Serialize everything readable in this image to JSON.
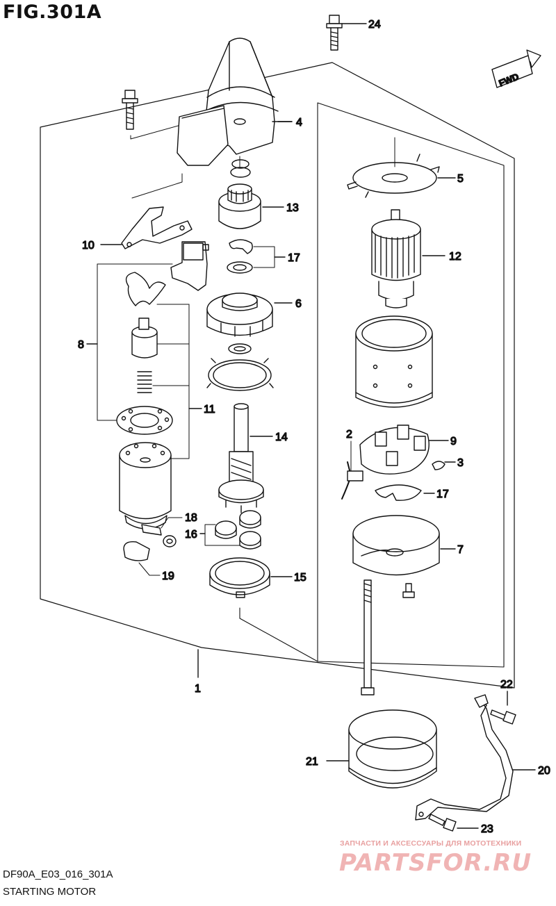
{
  "figure_title": "FIG.301A",
  "drawing_code": "DF90A_E03_016_301A",
  "caption": "STARTING MOTOR",
  "direction_marker": "FWD",
  "watermark": {
    "line1": "ЗАПЧАСТИ И АКСЕССУАРЫ ДЛЯ МОТОТЕХНИКИ",
    "line2": "PARTSFOR.RU"
  },
  "callouts": {
    "c1": "1",
    "c2": "2",
    "c3": "3",
    "c4": "4",
    "c5": "5",
    "c6": "6",
    "c7": "7",
    "c8": "8",
    "c9": "9",
    "c10": "10",
    "c11": "11",
    "c12": "12",
    "c13": "13",
    "c14": "14",
    "c15": "15",
    "c16": "16",
    "c17a": "17",
    "c17b": "17",
    "c18": "18",
    "c19": "19",
    "c20": "20",
    "c21": "21",
    "c22": "22",
    "c23": "23",
    "c24": "24"
  }
}
